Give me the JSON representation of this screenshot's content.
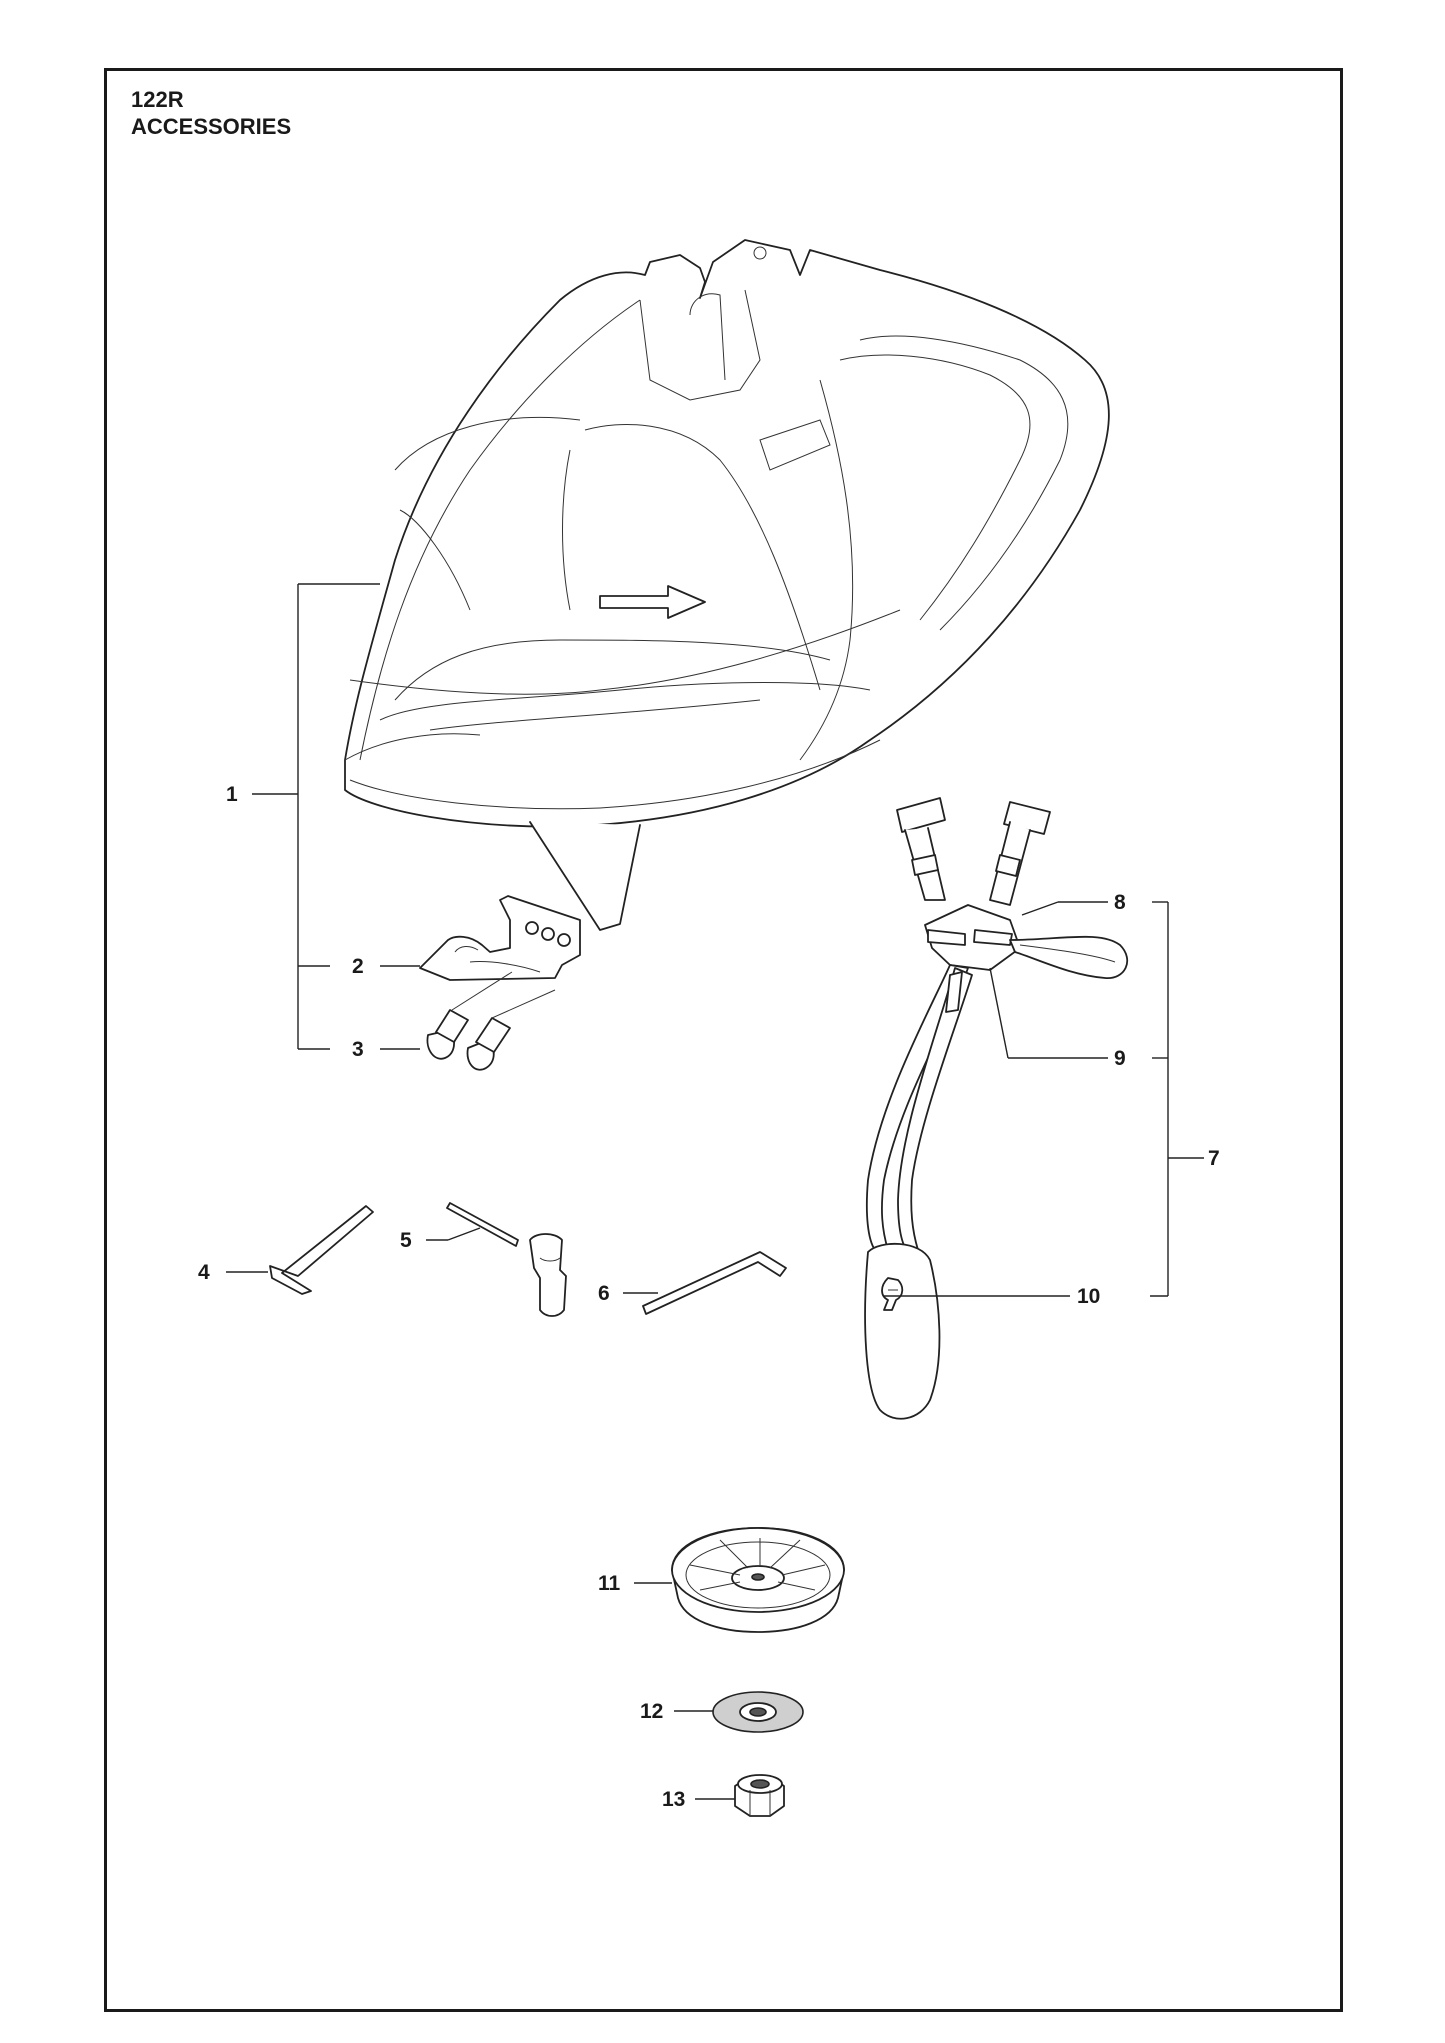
{
  "header": {
    "model": "122R",
    "section": "ACCESSORIES"
  },
  "callouts": [
    {
      "id": "1",
      "label": "1"
    },
    {
      "id": "2",
      "label": "2"
    },
    {
      "id": "3",
      "label": "3"
    },
    {
      "id": "4",
      "label": "4"
    },
    {
      "id": "5",
      "label": "5"
    },
    {
      "id": "6",
      "label": "6"
    },
    {
      "id": "7",
      "label": "7"
    },
    {
      "id": "8",
      "label": "8"
    },
    {
      "id": "9",
      "label": "9"
    },
    {
      "id": "10",
      "label": "10"
    },
    {
      "id": "11",
      "label": "11"
    },
    {
      "id": "12",
      "label": "12"
    },
    {
      "id": "13",
      "label": "13"
    }
  ],
  "parts": [
    {
      "name": "trimmer-guard",
      "icon": "guard-icon"
    },
    {
      "name": "guard-bracket",
      "icon": "bracket-icon"
    },
    {
      "name": "screw",
      "icon": "screw-icon"
    },
    {
      "name": "hex-key-small",
      "icon": "hex-key-icon"
    },
    {
      "name": "socket-wrench",
      "icon": "socket-wrench-icon"
    },
    {
      "name": "hex-key-large",
      "icon": "hex-key-icon"
    },
    {
      "name": "harness",
      "icon": "harness-icon"
    },
    {
      "name": "support-cup",
      "icon": "cup-icon"
    },
    {
      "name": "washer",
      "icon": "washer-icon"
    },
    {
      "name": "lock-nut",
      "icon": "nut-icon"
    }
  ]
}
